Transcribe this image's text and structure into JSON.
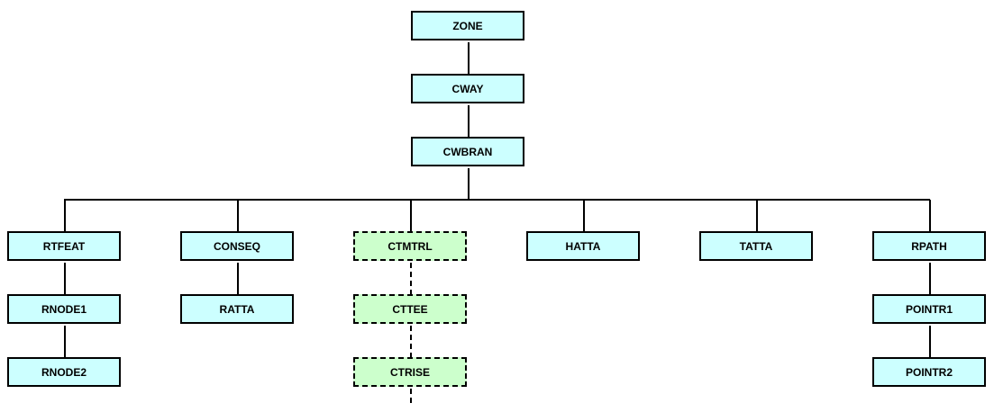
{
  "colors": {
    "node_fill": "#ccffff",
    "optional_node_fill": "#ccffcc",
    "line": "#000000"
  },
  "nodes": {
    "zone": "ZONE",
    "cway": "CWAY",
    "cwbran": "CWBRAN",
    "rtfeat": "RTFEAT",
    "rnode1": "RNODE1",
    "rnode2": "RNODE2",
    "conseq": "CONSEQ",
    "ratta": "RATTA",
    "ctmtrl": "CTMTRL",
    "cttee": "CTTEE",
    "ctrise": "CTRISE",
    "hatta": "HATTA",
    "tatta": "TATTA",
    "rpath": "RPATH",
    "pointr1": "POINTR1",
    "pointr2": "POINTR2"
  },
  "edges": [
    {
      "from": "zone",
      "to": "cway",
      "style": "solid"
    },
    {
      "from": "cway",
      "to": "cwbran",
      "style": "solid"
    },
    {
      "from": "cwbran",
      "to": "rtfeat",
      "style": "solid"
    },
    {
      "from": "cwbran",
      "to": "conseq",
      "style": "solid"
    },
    {
      "from": "cwbran",
      "to": "ctmtrl",
      "style": "solid"
    },
    {
      "from": "cwbran",
      "to": "hatta",
      "style": "solid"
    },
    {
      "from": "cwbran",
      "to": "tatta",
      "style": "solid"
    },
    {
      "from": "cwbran",
      "to": "rpath",
      "style": "solid"
    },
    {
      "from": "rtfeat",
      "to": "rnode1",
      "style": "solid"
    },
    {
      "from": "rnode1",
      "to": "rnode2",
      "style": "solid"
    },
    {
      "from": "conseq",
      "to": "ratta",
      "style": "solid"
    },
    {
      "from": "ctmtrl",
      "to": "cttee",
      "style": "dashed"
    },
    {
      "from": "cttee",
      "to": "ctrise",
      "style": "dashed"
    },
    {
      "from": "rpath",
      "to": "pointr1",
      "style": "solid"
    },
    {
      "from": "pointr1",
      "to": "pointr2",
      "style": "solid"
    }
  ]
}
